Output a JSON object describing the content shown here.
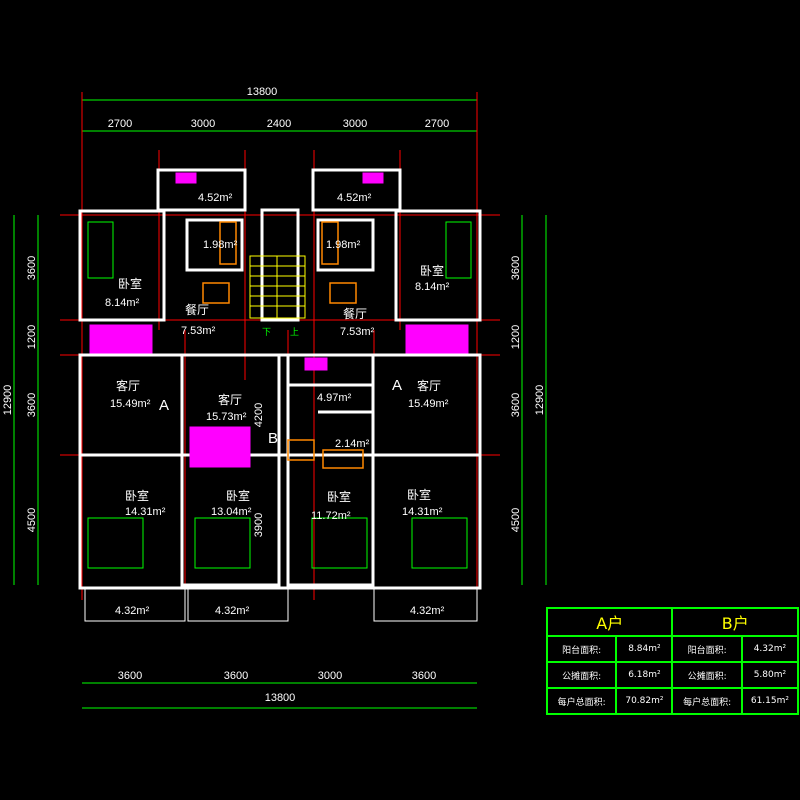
{
  "dimensions": {
    "top_total": "13800",
    "top_segments": [
      "2700",
      "3000",
      "2400",
      "3000",
      "2700"
    ],
    "bottom_segments": [
      "3600",
      "3600",
      "3000",
      "3600"
    ],
    "bottom_total": "13800",
    "left_segments": [
      "3600",
      "1200",
      "3600",
      "4500"
    ],
    "left_total": "12900",
    "right_segments": [
      "3600",
      "1200",
      "3600",
      "4500"
    ],
    "right_total": "12900",
    "inner_vertical": [
      "4200",
      "3900"
    ]
  },
  "rooms": {
    "kitchen_a_left": "4.52m²",
    "kitchen_a_right": "4.52m²",
    "bath_left": "1.98m²",
    "bath_right": "1.98m²",
    "bedroom_small_left": {
      "name": "卧室",
      "area": "8.14m²"
    },
    "bedroom_small_right": {
      "name": "卧室",
      "area": "8.14m²"
    },
    "dining_left": {
      "name": "餐厅",
      "area": "7.53m²"
    },
    "dining_right": {
      "name": "餐厅",
      "area": "7.53m²"
    },
    "living_a_left": {
      "name": "客厅",
      "area": "15.49m²"
    },
    "living_b": {
      "name": "客厅",
      "area": "15.73m²"
    },
    "living_a_right": {
      "name": "客厅",
      "area": "15.49m²"
    },
    "kitchen_b": "4.97m²",
    "bath_b": "2.14m²",
    "bedroom_1": {
      "name": "卧室",
      "area": "14.31m²"
    },
    "bedroom_2": {
      "name": "卧室",
      "area": "13.04m²"
    },
    "bedroom_3": {
      "name": "卧室",
      "area": "11.72m²"
    },
    "bedroom_4": {
      "name": "卧室",
      "area": "14.31m²"
    },
    "balcony_1": "4.32m²",
    "balcony_2": "4.32m²",
    "balcony_3": "4.32m²",
    "unit_a_left": "A",
    "unit_b": "B",
    "unit_a_right": "A",
    "stair_down": "下",
    "stair_up": "上"
  },
  "table": {
    "headers": [
      "A户",
      "B户"
    ],
    "rows": [
      {
        "label_a": "阳台面积:",
        "value_a": "8.84m²",
        "label_b": "阳台面积:",
        "value_b": "4.32m²"
      },
      {
        "label_a": "公摊面积:",
        "value_a": "6.18m²",
        "label_b": "公摊面积:",
        "value_b": "5.80m²"
      },
      {
        "label_a": "每户总面积:",
        "value_a": "70.82m²",
        "label_b": "每户总面积:",
        "value_b": "61.15m²"
      }
    ]
  },
  "colors": {
    "grid": "#ff0000",
    "furniture": "#ff00ff",
    "wall": "#ffffff",
    "detail": "#00ff00",
    "table_header": "#ffff00"
  }
}
